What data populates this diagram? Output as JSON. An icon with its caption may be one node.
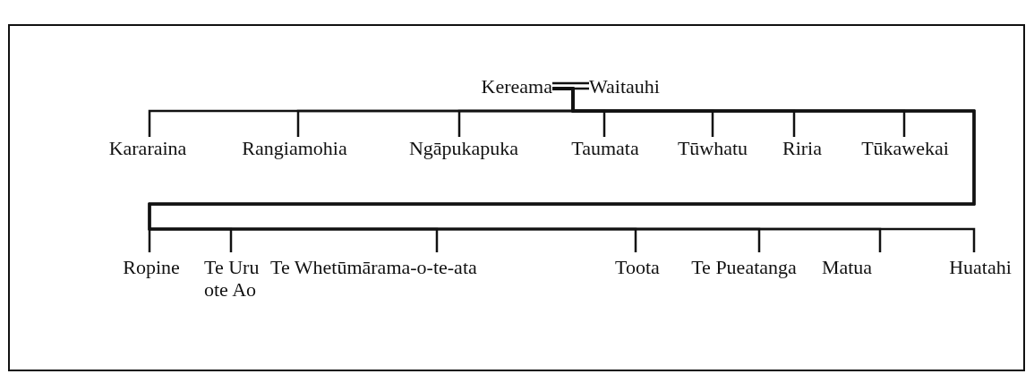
{
  "diagram": {
    "nodes": [
      {
        "text": [
          "Kereama"
        ]
      },
      {
        "text": [
          "Waitauhi"
        ]
      },
      {
        "text": [
          "Kararaina"
        ]
      },
      {
        "text": [
          "Rangiamohia"
        ]
      },
      {
        "text": [
          "Ngāpukapuka"
        ]
      },
      {
        "text": [
          "Taumata"
        ]
      },
      {
        "text": [
          "Tūwhatu"
        ]
      },
      {
        "text": [
          "Riria"
        ]
      },
      {
        "text": [
          "Tūkawekai"
        ]
      },
      {
        "text": [
          "Ropine"
        ]
      },
      {
        "text": [
          "Te Uru ote Ao"
        ]
      },
      {
        "text": [
          "Te Whetūmārama-o-te-ata"
        ]
      },
      {
        "text": [
          "Toota"
        ]
      },
      {
        "text": [
          "Te Pueatanga"
        ]
      },
      {
        "text": [
          "Matua"
        ]
      },
      {
        "text": [
          "Huatahi"
        ]
      }
    ],
    "edges": [
      {
        "from": 0,
        "to": 1,
        "arrow": "none"
      },
      {
        "from": 0,
        "to": 2,
        "arrow": "none"
      },
      {
        "from": 0,
        "to": 3,
        "arrow": "none"
      },
      {
        "from": 0,
        "to": 4,
        "arrow": "none"
      },
      {
        "from": 0,
        "to": 5,
        "arrow": "none"
      },
      {
        "from": 0,
        "to": 6,
        "arrow": "none"
      },
      {
        "from": 0,
        "to": 7,
        "arrow": "none"
      },
      {
        "from": 0,
        "to": 8,
        "arrow": "none"
      },
      {
        "from": 0,
        "to": 9,
        "arrow": "none"
      },
      {
        "from": 0,
        "to": 10,
        "arrow": "none"
      },
      {
        "from": 0,
        "to": 11,
        "arrow": "none"
      },
      {
        "from": 0,
        "to": 12,
        "arrow": "none"
      },
      {
        "from": 0,
        "to": 13,
        "arrow": "none"
      },
      {
        "from": 0,
        "to": 14,
        "arrow": "none"
      },
      {
        "from": 0,
        "to": 15,
        "arrow": "none"
      }
    ]
  }
}
